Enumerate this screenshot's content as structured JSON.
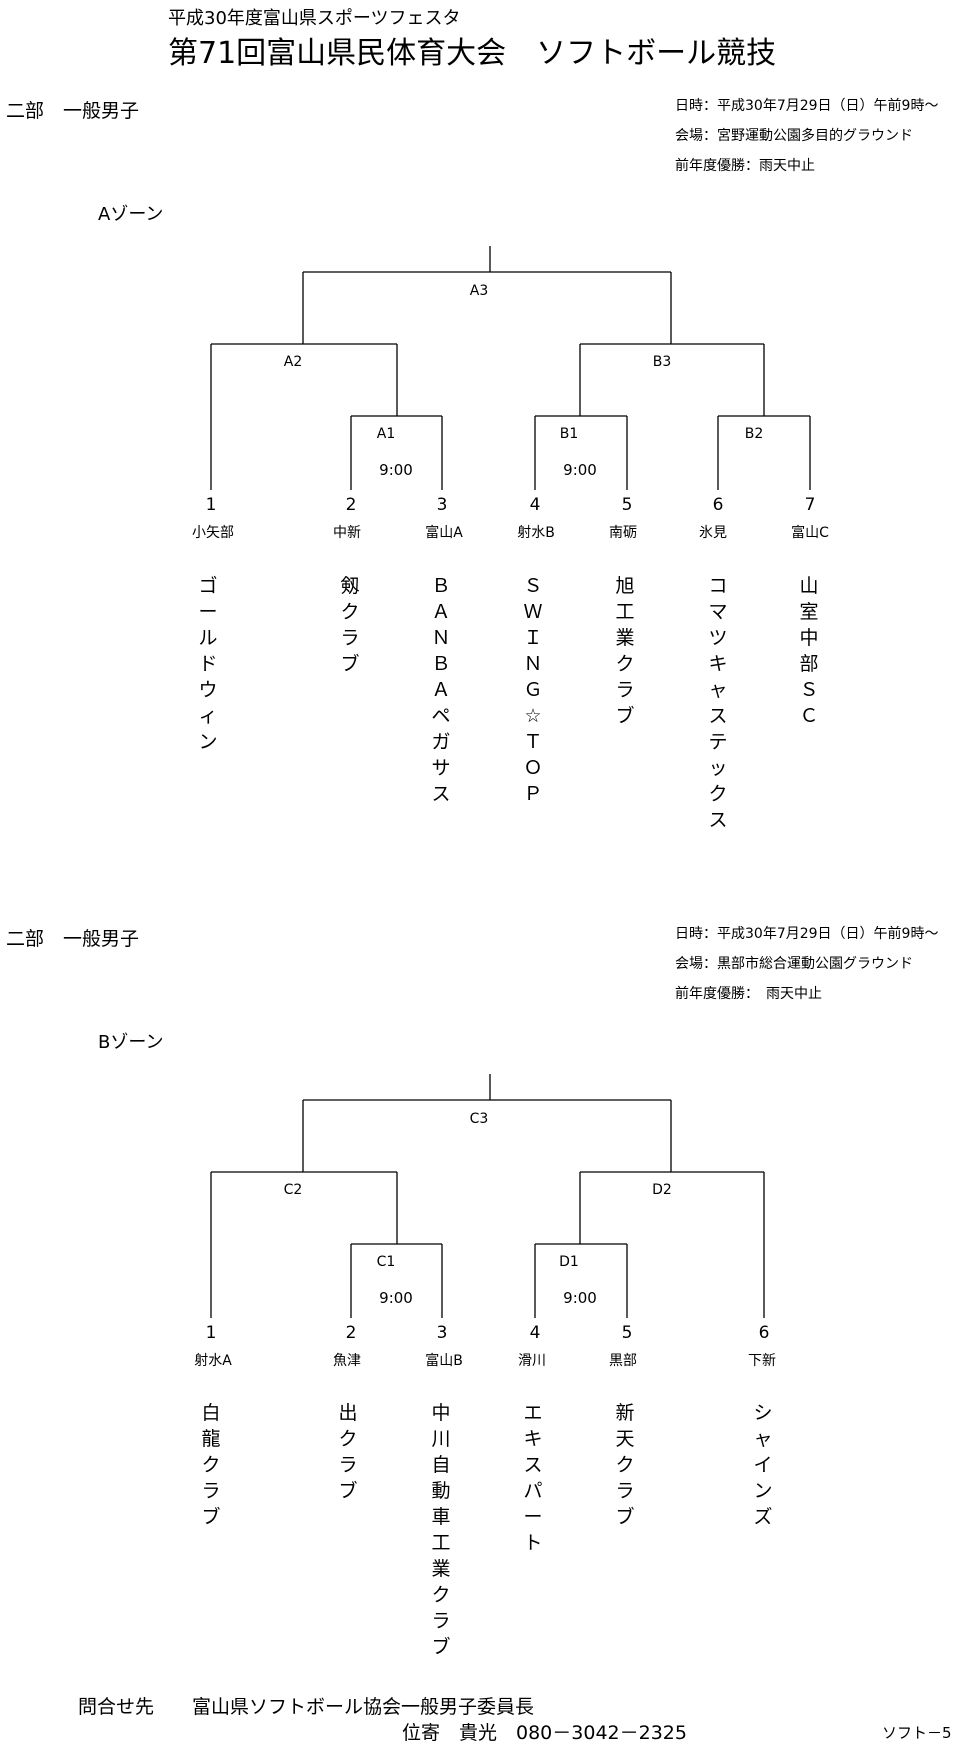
{
  "header": {
    "subtitle": "平成30年度富山県スポーツフェスタ",
    "title": "第71回富山県民体育大会　ソフトボール競技"
  },
  "section_a": {
    "division": "二部　一般男子",
    "info": {
      "date": "日時：平成30年7月29日（日）午前9時～",
      "venue": "会場：宮野運動公園多目的グラウンド",
      "previous_winner": "前年度優勝：雨天中止"
    },
    "zone": "Aゾーン",
    "matches": {
      "final": "A3",
      "semi_left": "A2",
      "semi_right": "B3",
      "first_1": "A1",
      "first_1_time": "9:00",
      "first_2": "B1",
      "first_2_time": "9:00",
      "first_3": "B2"
    },
    "teams": [
      {
        "seed": "1",
        "area": "小矢部",
        "name": "ゴールドウィン"
      },
      {
        "seed": "2",
        "area": "中新",
        "name": "剱クラブ"
      },
      {
        "seed": "3",
        "area": "富山A",
        "name": "ＢＡＮＢＡペガサス"
      },
      {
        "seed": "4",
        "area": "射水B",
        "name": "ＳＷＩＮＧ☆ＴＯＰ"
      },
      {
        "seed": "5",
        "area": "南砺",
        "name": "旭工業クラブ"
      },
      {
        "seed": "6",
        "area": "氷見",
        "name": "コマツキャステックス"
      },
      {
        "seed": "7",
        "area": "富山C",
        "name": "山室中部ＳＣ"
      }
    ]
  },
  "section_b": {
    "division": "二部　一般男子",
    "info": {
      "date": "日時：平成30年7月29日（日）午前9時～",
      "venue": "会場：黒部市総合運動公園グラウンド",
      "previous_winner": "前年度優勝：　雨天中止"
    },
    "zone": "Bゾーン",
    "matches": {
      "final": "C3",
      "semi_left": "C2",
      "semi_right": "D2",
      "first_1": "C1",
      "first_1_time": "9:00",
      "first_2": "D1",
      "first_2_time": "9:00"
    },
    "teams": [
      {
        "seed": "1",
        "area": "射水A",
        "name": "白龍クラブ"
      },
      {
        "seed": "2",
        "area": "魚津",
        "name": "出クラブ"
      },
      {
        "seed": "3",
        "area": "富山B",
        "name": "中川自動車工業クラブ"
      },
      {
        "seed": "4",
        "area": "滑川",
        "name": "エキスパート"
      },
      {
        "seed": "5",
        "area": "黒部",
        "name": "新天クラブ"
      },
      {
        "seed": "6",
        "area": "下新",
        "name": "シャインズ"
      }
    ]
  },
  "footer": {
    "contact_line1": "問合せ先　　富山県ソフトボール協会一般男子委員長",
    "contact_line2": "位寄　貴光　080－3042－2325",
    "page_ref": "ソフト－5"
  }
}
